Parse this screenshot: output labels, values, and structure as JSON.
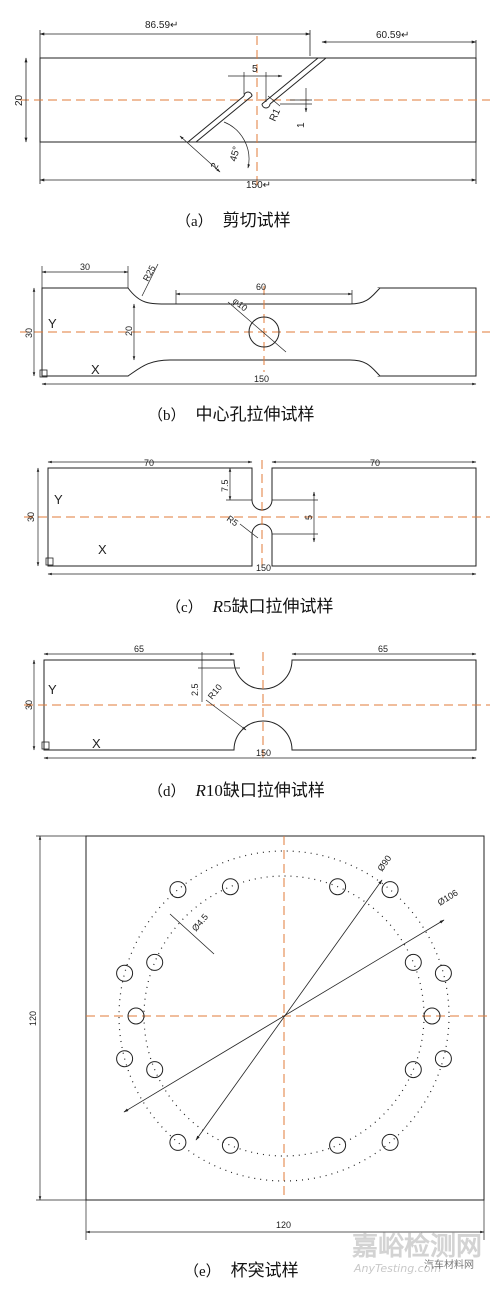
{
  "figure_a": {
    "dim_left": "86.59↵",
    "dim_right": "60.59↵",
    "dim_gap": "5",
    "dim_height": "20",
    "dim_radius": "R1",
    "dim_offset": "1",
    "dim_slot": "2",
    "dim_angle": "45°",
    "dim_length": "150↵",
    "caption_label": "（a）",
    "caption_text": "剪切试样"
  },
  "figure_b": {
    "dim_shoulder": "30",
    "dim_fillet": "R25",
    "dim_gauge": "60",
    "dim_hole": "φ10",
    "dim_width": "30",
    "dim_neck": "20",
    "dim_length": "150",
    "axis_y": "Y",
    "axis_x": "X",
    "caption_label": "（b）",
    "caption_text": "中心孔拉伸试样"
  },
  "figure_c": {
    "dim_left": "70",
    "dim_right": "70",
    "dim_notch_depth": "7.5",
    "dim_notch_radius": "R5",
    "dim_gap": "5",
    "dim_width": "30",
    "dim_length": "150",
    "axis_y": "Y",
    "axis_x": "X",
    "caption_label": "（c）",
    "caption_italic": "R",
    "caption_text": "5缺口拉伸试样"
  },
  "figure_d": {
    "dim_left": "65",
    "dim_right": "65",
    "dim_notch_depth": "2.5",
    "dim_notch_radius": "R10",
    "dim_width": "30",
    "dim_length": "150",
    "axis_y": "Y",
    "axis_x": "X",
    "caption_label": "（d）",
    "caption_italic": "R",
    "caption_text": "10缺口拉伸试样"
  },
  "figure_e": {
    "dim_hole": "Ø4.5",
    "dim_inner_circle": "Ø90",
    "dim_outer_circle": "Ø106",
    "dim_height": "120",
    "dim_width": "120",
    "caption_label": "（e）",
    "caption_text": "杯突试样"
  },
  "watermark": {
    "title": "嘉峪检测网",
    "url": "AnyTesting.com",
    "source": "汽车材料网"
  },
  "colors": {
    "line": "#222222",
    "centerline": "#e07b39"
  }
}
